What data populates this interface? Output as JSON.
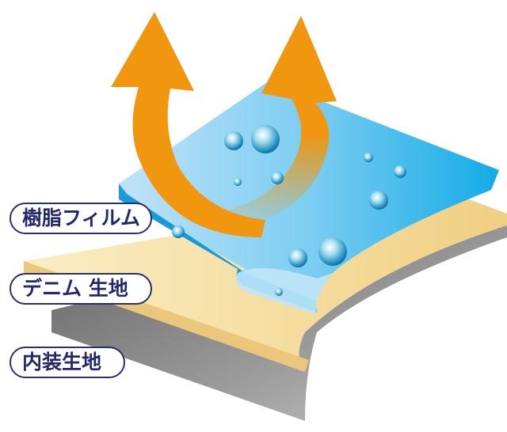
{
  "labels": {
    "resin_film": "樹脂フィルム",
    "denim_fabric": "デニム 生地",
    "interior_fabric": "内装生地"
  },
  "colors": {
    "film": "#29b3ea",
    "denim": "#f5dfa0",
    "interior": "#8c8c8c",
    "arrow": "#f0960f",
    "label_text": "#23286e"
  }
}
